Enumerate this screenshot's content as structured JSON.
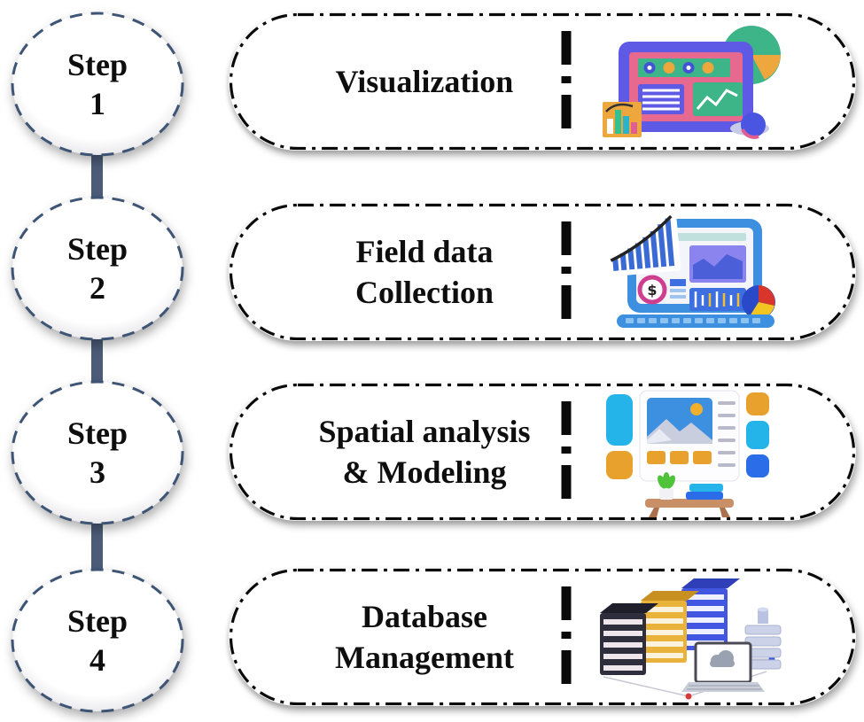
{
  "diagram": {
    "type": "vertical-step-flow",
    "colors": {
      "circle_border": "#3d5474",
      "connector": "#4c5c78",
      "pill_border": "#0a0a0a",
      "text": "#0e0e0e",
      "background": "#ffffff"
    },
    "steps": [
      {
        "circle": {
          "line1": "Step",
          "line2": "1"
        },
        "title": [
          "Visualization"
        ],
        "icon": "dashboard-visualization-illustration"
      },
      {
        "circle": {
          "line1": "Step",
          "line2": "2"
        },
        "title": [
          "Field data",
          "Collection"
        ],
        "icon": "laptop-field-data-illustration"
      },
      {
        "circle": {
          "line1": "Step",
          "line2": "3"
        },
        "title": [
          "Spatial analysis",
          "& Modeling"
        ],
        "icon": "spatial-analysis-modeling-illustration"
      },
      {
        "circle": {
          "line1": "Step",
          "line2": "4"
        },
        "title": [
          "Database",
          "Management"
        ],
        "icon": "database-servers-illustration"
      }
    ]
  }
}
